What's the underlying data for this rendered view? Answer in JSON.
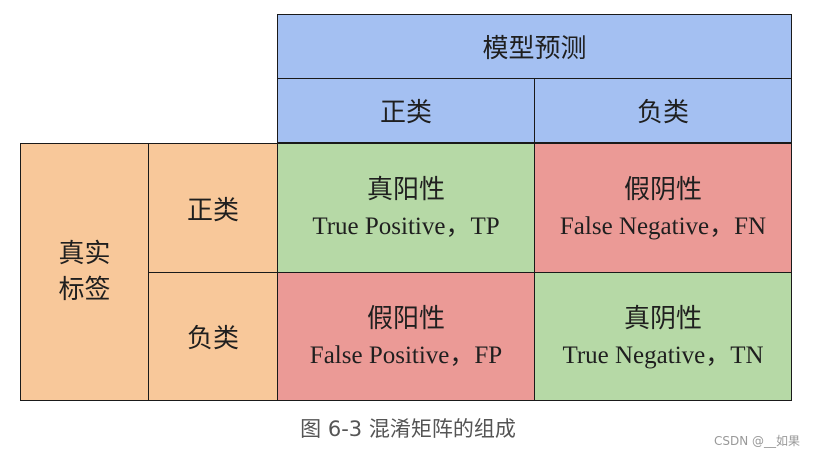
{
  "header": {
    "predicted": "模型预测",
    "predicted_positive": "正类",
    "predicted_negative": "负类"
  },
  "actual": {
    "label": [
      "真实",
      "标签"
    ],
    "positive": "正类",
    "negative": "负类"
  },
  "cells": {
    "tp": {
      "name": "真阳性",
      "english": "True Positive，TP",
      "color": "#b6d9a6"
    },
    "fn": {
      "name": "假阴性",
      "english": "False Negative，FN",
      "color": "#eb9a96"
    },
    "fp": {
      "name": "假阳性",
      "english": "False Positive，FP",
      "color": "#eb9a96"
    },
    "tn": {
      "name": "真阴性",
      "english": "True Negative，TN",
      "color": "#b6d9a6"
    }
  },
  "colors": {
    "header": "#a4c0f2",
    "actual": "#f8c89a"
  },
  "caption": "图 6-3 混淆矩阵的组成",
  "watermark": "CSDN @__如果"
}
